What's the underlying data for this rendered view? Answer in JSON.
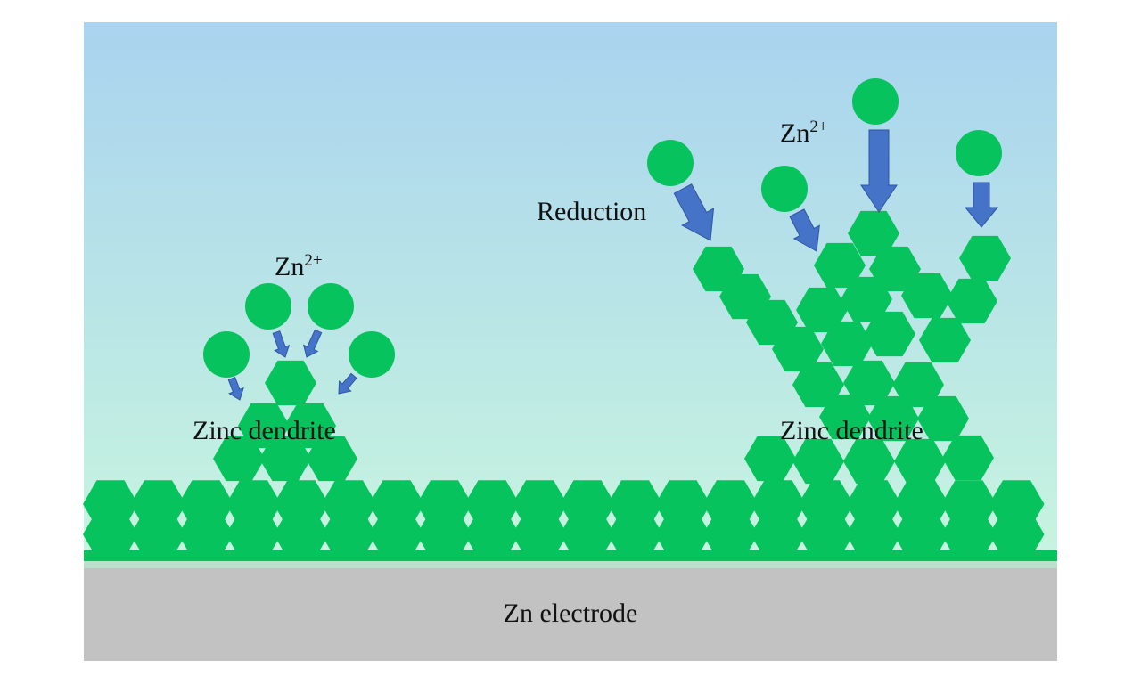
{
  "labels": {
    "ion_left": {
      "base": "Zn",
      "charge": "2+"
    },
    "ion_right": {
      "base": "Zn",
      "charge": "2+"
    },
    "reduction": "Reduction",
    "dendrite_left": "Zinc dendrite",
    "dendrite_right": "Zinc dendrite",
    "electrode": "Zn electrode"
  },
  "colors": {
    "electrolyte_top": "#a9d3ef",
    "electrolyte_bottom": "#c8f5df",
    "zinc": "#06c35d",
    "arrow": "#4573c7",
    "arrow_edge": "#2d56a3",
    "electrode": "#c2c2c2",
    "electrode_edge": "#bcdfcc"
  },
  "icons": {
    "ion": "green-circle",
    "zinc_crystal": "green-hexagon",
    "deposition": "blue-down-arrow"
  }
}
